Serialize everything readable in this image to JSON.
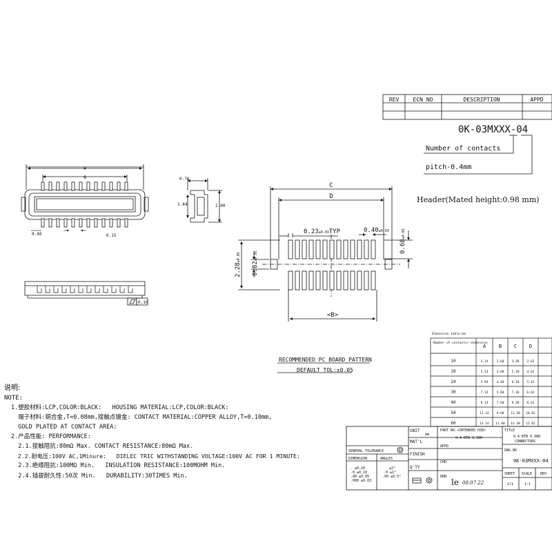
{
  "revision_table": {
    "headers": [
      "REV",
      "ECN NO",
      "DESCRIPTION",
      "APPD"
    ]
  },
  "part_number_code": {
    "code": "0K-03MXXX-04",
    "label_contacts": "Number of contacts",
    "label_pitch": "pitch-0.4mm"
  },
  "header_note": "Header(Mated height:0.98 mm)",
  "top_view": {
    "dim_a": "A",
    "dim_b": "B",
    "dim_left": "0.40",
    "dim_right": "0.15"
  },
  "side_view": {
    "dim_top": "0.76",
    "dim_left": "1.44",
    "dim_right": "2.00"
  },
  "front_view": {
    "flatness": "0.10"
  },
  "pcb_pattern": {
    "dim_c": "C",
    "dim_d": "D",
    "dim_pad_width": "0.23",
    "dim_pad_width_tol": "±0.03",
    "dim_pad_width_suffix": "TYP",
    "dim_pitch": "0.40",
    "dim_pitch_tol": "±0.03",
    "dim_row_gap": "0.68",
    "dim_row_gap_tol": "±0.05",
    "dim_total": "2.28",
    "dim_total_tol": "±0.05",
    "dim_inner": "0.82",
    "dim_inner_tol": "±0.05",
    "dim_b": "<B>",
    "title": "RECOMMENDED PC BOARD PATTERN",
    "tolerance": "DEFAULT TOL:±0.05"
  },
  "dimension_table": {
    "caption": "Dimension table:mm",
    "header_first": "Number of contacts/ dimension",
    "columns": [
      "A",
      "B",
      "C",
      "D"
    ],
    "rows": [
      [
        "10",
        "3.14",
        "1.60",
        "3.38",
        "2.62"
      ],
      [
        "20",
        "5.14",
        "3.60",
        "5.38",
        "4.62"
      ],
      [
        "24",
        "5.94",
        "4.40",
        "6.18",
        "5.42"
      ],
      [
        "30",
        "7.14",
        "5.60",
        "7.38",
        "6.62"
      ],
      [
        "40",
        "9.14",
        "7.60",
        "9.38",
        "8.62"
      ],
      [
        "50",
        "11.14",
        "9.60",
        "11.38",
        "10.62"
      ],
      [
        "60",
        "13.14",
        "11.60",
        "13.38",
        "12.62"
      ]
    ]
  },
  "notes": {
    "title_cn": "说明:",
    "title_en": "NOTE:",
    "line1": "1.塑胶材料:LCP,COLOR:BLACK:   HOUSING MATERIAL:LCP,COLOR:BLACK:",
    "line2": "  端子材料:铜合金,T=0.08mm,接触点镀金: CONTACT MATERIAL:COPPER ALLOY,T=0.10mm,",
    "line3": "  GOLD PLATED AT CONTACT AREA:",
    "line4": "2.产品性能: PERFORMANCE:",
    "line5": "  2.1.接触阻抗:80mΩ Max. CONTACT RESISTANCE:80mΩ Max.",
    "line6": "  2.2.耐电压:100V AC,1Minure:   DIELEC TRIC WITHSTANDING VOLTAGE:100V AC FOR 1 MINUTE:",
    "line7": "  2.3.绝缘阻抗:100MΩ Min.   INSULATION RESISTANCE:100MOHM Min.",
    "line8": "  2.4.插拔耐久性:50次 Min.   DURABILITY:30TIMES Min."
  },
  "title_block": {
    "unit_label": "UNIT",
    "unit_value": "mm",
    "part_no_label": "PART NO.<INTENDED USE>",
    "part_no_value": "0.4 BTB 0.98H",
    "title_label": "TITLE",
    "title_value_1": "0.4 BTB 0.98H",
    "title_value_2": "CONNECTORS",
    "matl_label": "MAT'L",
    "appd_label": "APPD",
    "finish_label": "FINISH",
    "general_tolerance": "GENERAL TOLERANCE",
    "dimension_label": "DIMENSION",
    "angles_label": "ANGLES",
    "dim_tol_1": ". ±0.20",
    "dim_tol_2": ".0 ±0.10",
    "dim_tol_3": ".00 ±0.05",
    "dim_tol_4": ".000 ±0.03",
    "ang_tol_1": "±2°",
    "ang_tol_2": ".0 ±1°",
    "ang_tol_3": ".00 ±0.5°",
    "chk_label": "CHD",
    "qty_label": "Q'TY",
    "dwg_no_label": "DWG NO",
    "dwg_no_value": "0K-03MXXX-04",
    "drn_label": "DRN",
    "drn_sign": "le",
    "drn_date": "08.07.22",
    "sheet_label": "SHEET",
    "scale_label": "SCALE",
    "rev_label": "REV",
    "sheet_value": "1/1",
    "scale_value": "1:1"
  }
}
